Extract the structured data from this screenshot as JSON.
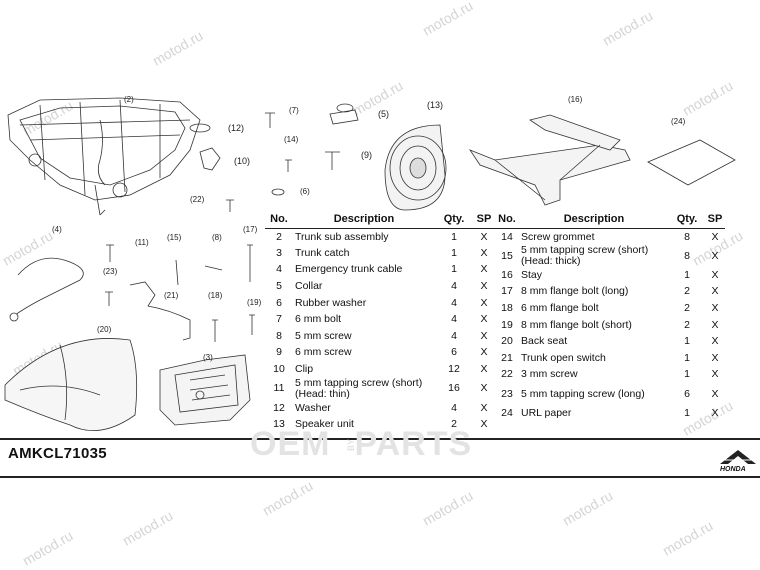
{
  "watermark": "motod.ru",
  "headers": [
    "No.",
    "Description",
    "Qty.",
    "SP"
  ],
  "left_rows": [
    {
      "no": "2",
      "desc": "Trunk sub assembly",
      "qty": "1",
      "sp": "X"
    },
    {
      "no": "3",
      "desc": "Trunk catch",
      "qty": "1",
      "sp": "X"
    },
    {
      "no": "4",
      "desc": "Emergency trunk cable",
      "qty": "1",
      "sp": "X"
    },
    {
      "no": "5",
      "desc": "Collar",
      "qty": "4",
      "sp": "X"
    },
    {
      "no": "6",
      "desc": "Rubber washer",
      "qty": "4",
      "sp": "X"
    },
    {
      "no": "7",
      "desc": "6 mm bolt",
      "qty": "4",
      "sp": "X"
    },
    {
      "no": "8",
      "desc": "5 mm screw",
      "qty": "4",
      "sp": "X"
    },
    {
      "no": "9",
      "desc": "6 mm screw",
      "qty": "6",
      "sp": "X"
    },
    {
      "no": "10",
      "desc": "Clip",
      "qty": "12",
      "sp": "X"
    },
    {
      "no": "11",
      "desc": "5 mm tapping screw (short) (Head: thin)",
      "qty": "16",
      "sp": "X"
    },
    {
      "no": "12",
      "desc": "Washer",
      "qty": "4",
      "sp": "X"
    },
    {
      "no": "13",
      "desc": "Speaker unit",
      "qty": "2",
      "sp": "X"
    }
  ],
  "right_rows": [
    {
      "no": "14",
      "desc": "Screw grommet",
      "qty": "8",
      "sp": "X"
    },
    {
      "no": "15",
      "desc": "5 mm tapping screw (short) (Head: thick)",
      "qty": "8",
      "sp": "X"
    },
    {
      "no": "16",
      "desc": "Stay",
      "qty": "1",
      "sp": "X"
    },
    {
      "no": "17",
      "desc": "8 mm flange bolt (long)",
      "qty": "2",
      "sp": "X"
    },
    {
      "no": "18",
      "desc": "6 mm flange bolt",
      "qty": "2",
      "sp": "X"
    },
    {
      "no": "19",
      "desc": "8 mm flange bolt (short)",
      "qty": "2",
      "sp": "X"
    },
    {
      "no": "20",
      "desc": "Back seat",
      "qty": "1",
      "sp": "X"
    },
    {
      "no": "21",
      "desc": "Trunk open switch",
      "qty": "1",
      "sp": "X"
    },
    {
      "no": "22",
      "desc": "3 mm screw",
      "qty": "1",
      "sp": "X"
    },
    {
      "no": "23",
      "desc": "5 mm tapping screw (long)",
      "qty": "6",
      "sp": "X"
    },
    {
      "no": "24",
      "desc": "URL paper",
      "qty": "1",
      "sp": "X"
    }
  ],
  "callouts": {
    "c2": "(2)",
    "c3": "(3)",
    "c4": "(4)",
    "c5": "(5)",
    "c6": "(6)",
    "c7": "(7)",
    "c8": "(8)",
    "c9": "(9)",
    "c10": "(10)",
    "c11": "(11)",
    "c12": "(12)",
    "c13": "(13)",
    "c14": "(14)",
    "c15": "(15)",
    "c16": "(16)",
    "c17": "(17)",
    "c18": "(18)",
    "c19": "(19)",
    "c20": "(20)",
    "c21": "(21)",
    "c22": "(22)",
    "c23": "(23)",
    "c24": "(24)"
  },
  "footer": {
    "part_code": "AMKCL71035",
    "oem_left": "OEM",
    "oem_by": "BY",
    "oem_right": "PARTS",
    "brand": "HONDA"
  }
}
